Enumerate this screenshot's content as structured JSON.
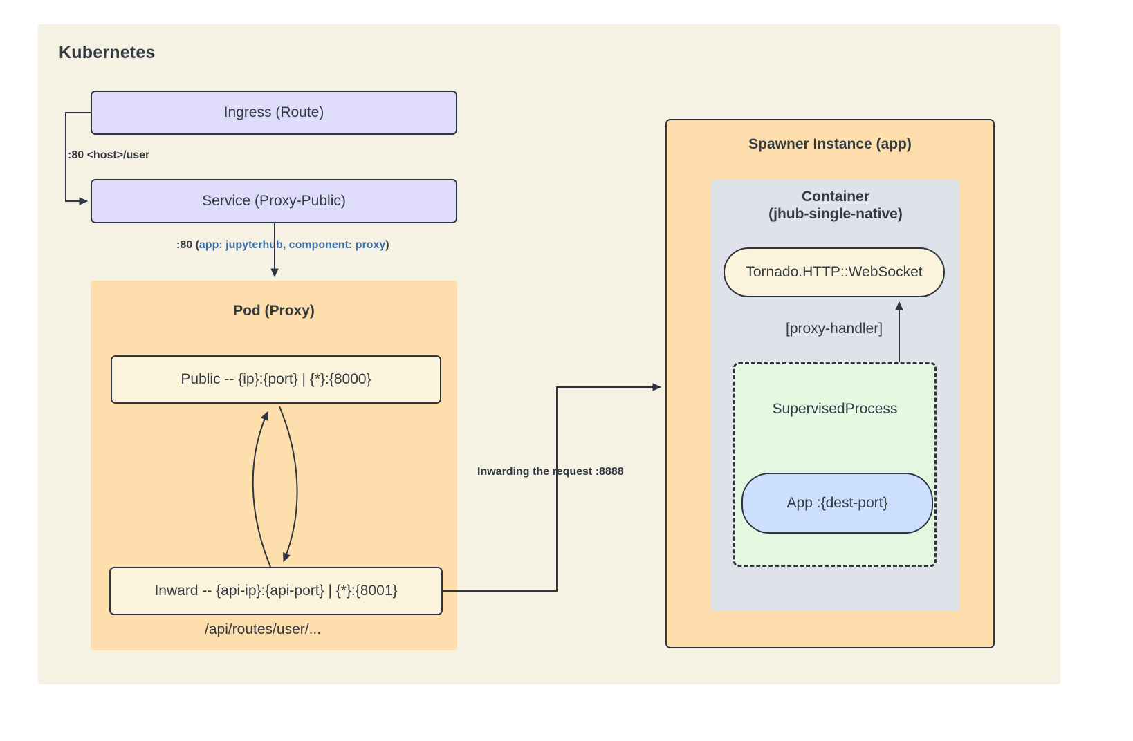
{
  "diagram": {
    "title": "Kubernetes",
    "background_color": "#f5f2e4",
    "accent_colors": {
      "ingress_fill": "#dedcfa",
      "pod_fill": "#fddeac",
      "inner_box_fill": "#fcf3dd",
      "container_fill": "#dfe2e8",
      "supervised_fill": "#e4f8e1",
      "app_fill": "#cce0fd",
      "stroke": "#2e3440",
      "label_blue": "#3b6ea8"
    }
  },
  "nodes": {
    "ingress": "Ingress (Route)",
    "service": "Service (Proxy-Public)",
    "pod_title": "Pod (Proxy)",
    "public": "Public -- {ip}:{port} | {*}:{8000}",
    "inward": "Inward -- {api-ip}:{api-port} | {*}:{8001}",
    "api_routes": "/api/routes/user/...",
    "spawner_title": "Spawner Instance (app)",
    "container_title_line1": "Container",
    "container_title_line2": "(jhub-single-native)",
    "websocket": "Tornado.HTTP::WebSocket",
    "supervised": "SupervisedProcess",
    "app": "App :{dest-port}"
  },
  "edges": {
    "ingress_to_service": ":80 <host>/user",
    "service_to_pod_prefix": ":80 (",
    "service_to_pod_middle": "app: jupyterhub, component: proxy",
    "service_to_pod_suffix": ")",
    "inward_to_spawner": "Inwarding the request :8888",
    "proxy_handler": "[proxy-handler]"
  }
}
